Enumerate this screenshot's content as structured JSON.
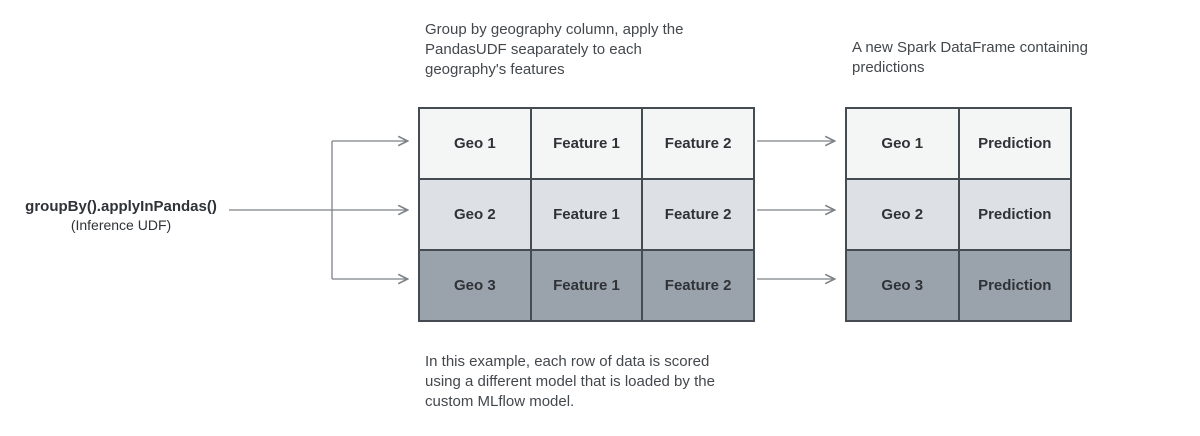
{
  "left_label": {
    "title": "groupBy().applyInPandas()",
    "subtitle": "(Inference UDF)"
  },
  "captions": {
    "middle_top": "Group by geography column, apply the PandasUDF seaparately to each geography's features",
    "right_top": "A new Spark DataFrame containing predictions",
    "middle_bottom": "In this example, each row of data is scored using a different model that is loaded by the custom MLflow model."
  },
  "middle_table": {
    "rows": [
      [
        "Geo 1",
        "Feature 1",
        "Feature 2"
      ],
      [
        "Geo 2",
        "Feature 1",
        "Feature 2"
      ],
      [
        "Geo 3",
        "Feature 1",
        "Feature 2"
      ]
    ]
  },
  "right_table": {
    "rows": [
      [
        "Geo 1",
        "Prediction"
      ],
      [
        "Geo 2",
        "Prediction"
      ],
      [
        "Geo 3",
        "Prediction"
      ]
    ]
  },
  "colors": {
    "row_light": "#f4f5f5",
    "row_mid": "#dde1e5",
    "row_dark": "#9aa2ac",
    "border": "#454b52",
    "arrow": "#7d8288",
    "text": "#2f3337"
  }
}
